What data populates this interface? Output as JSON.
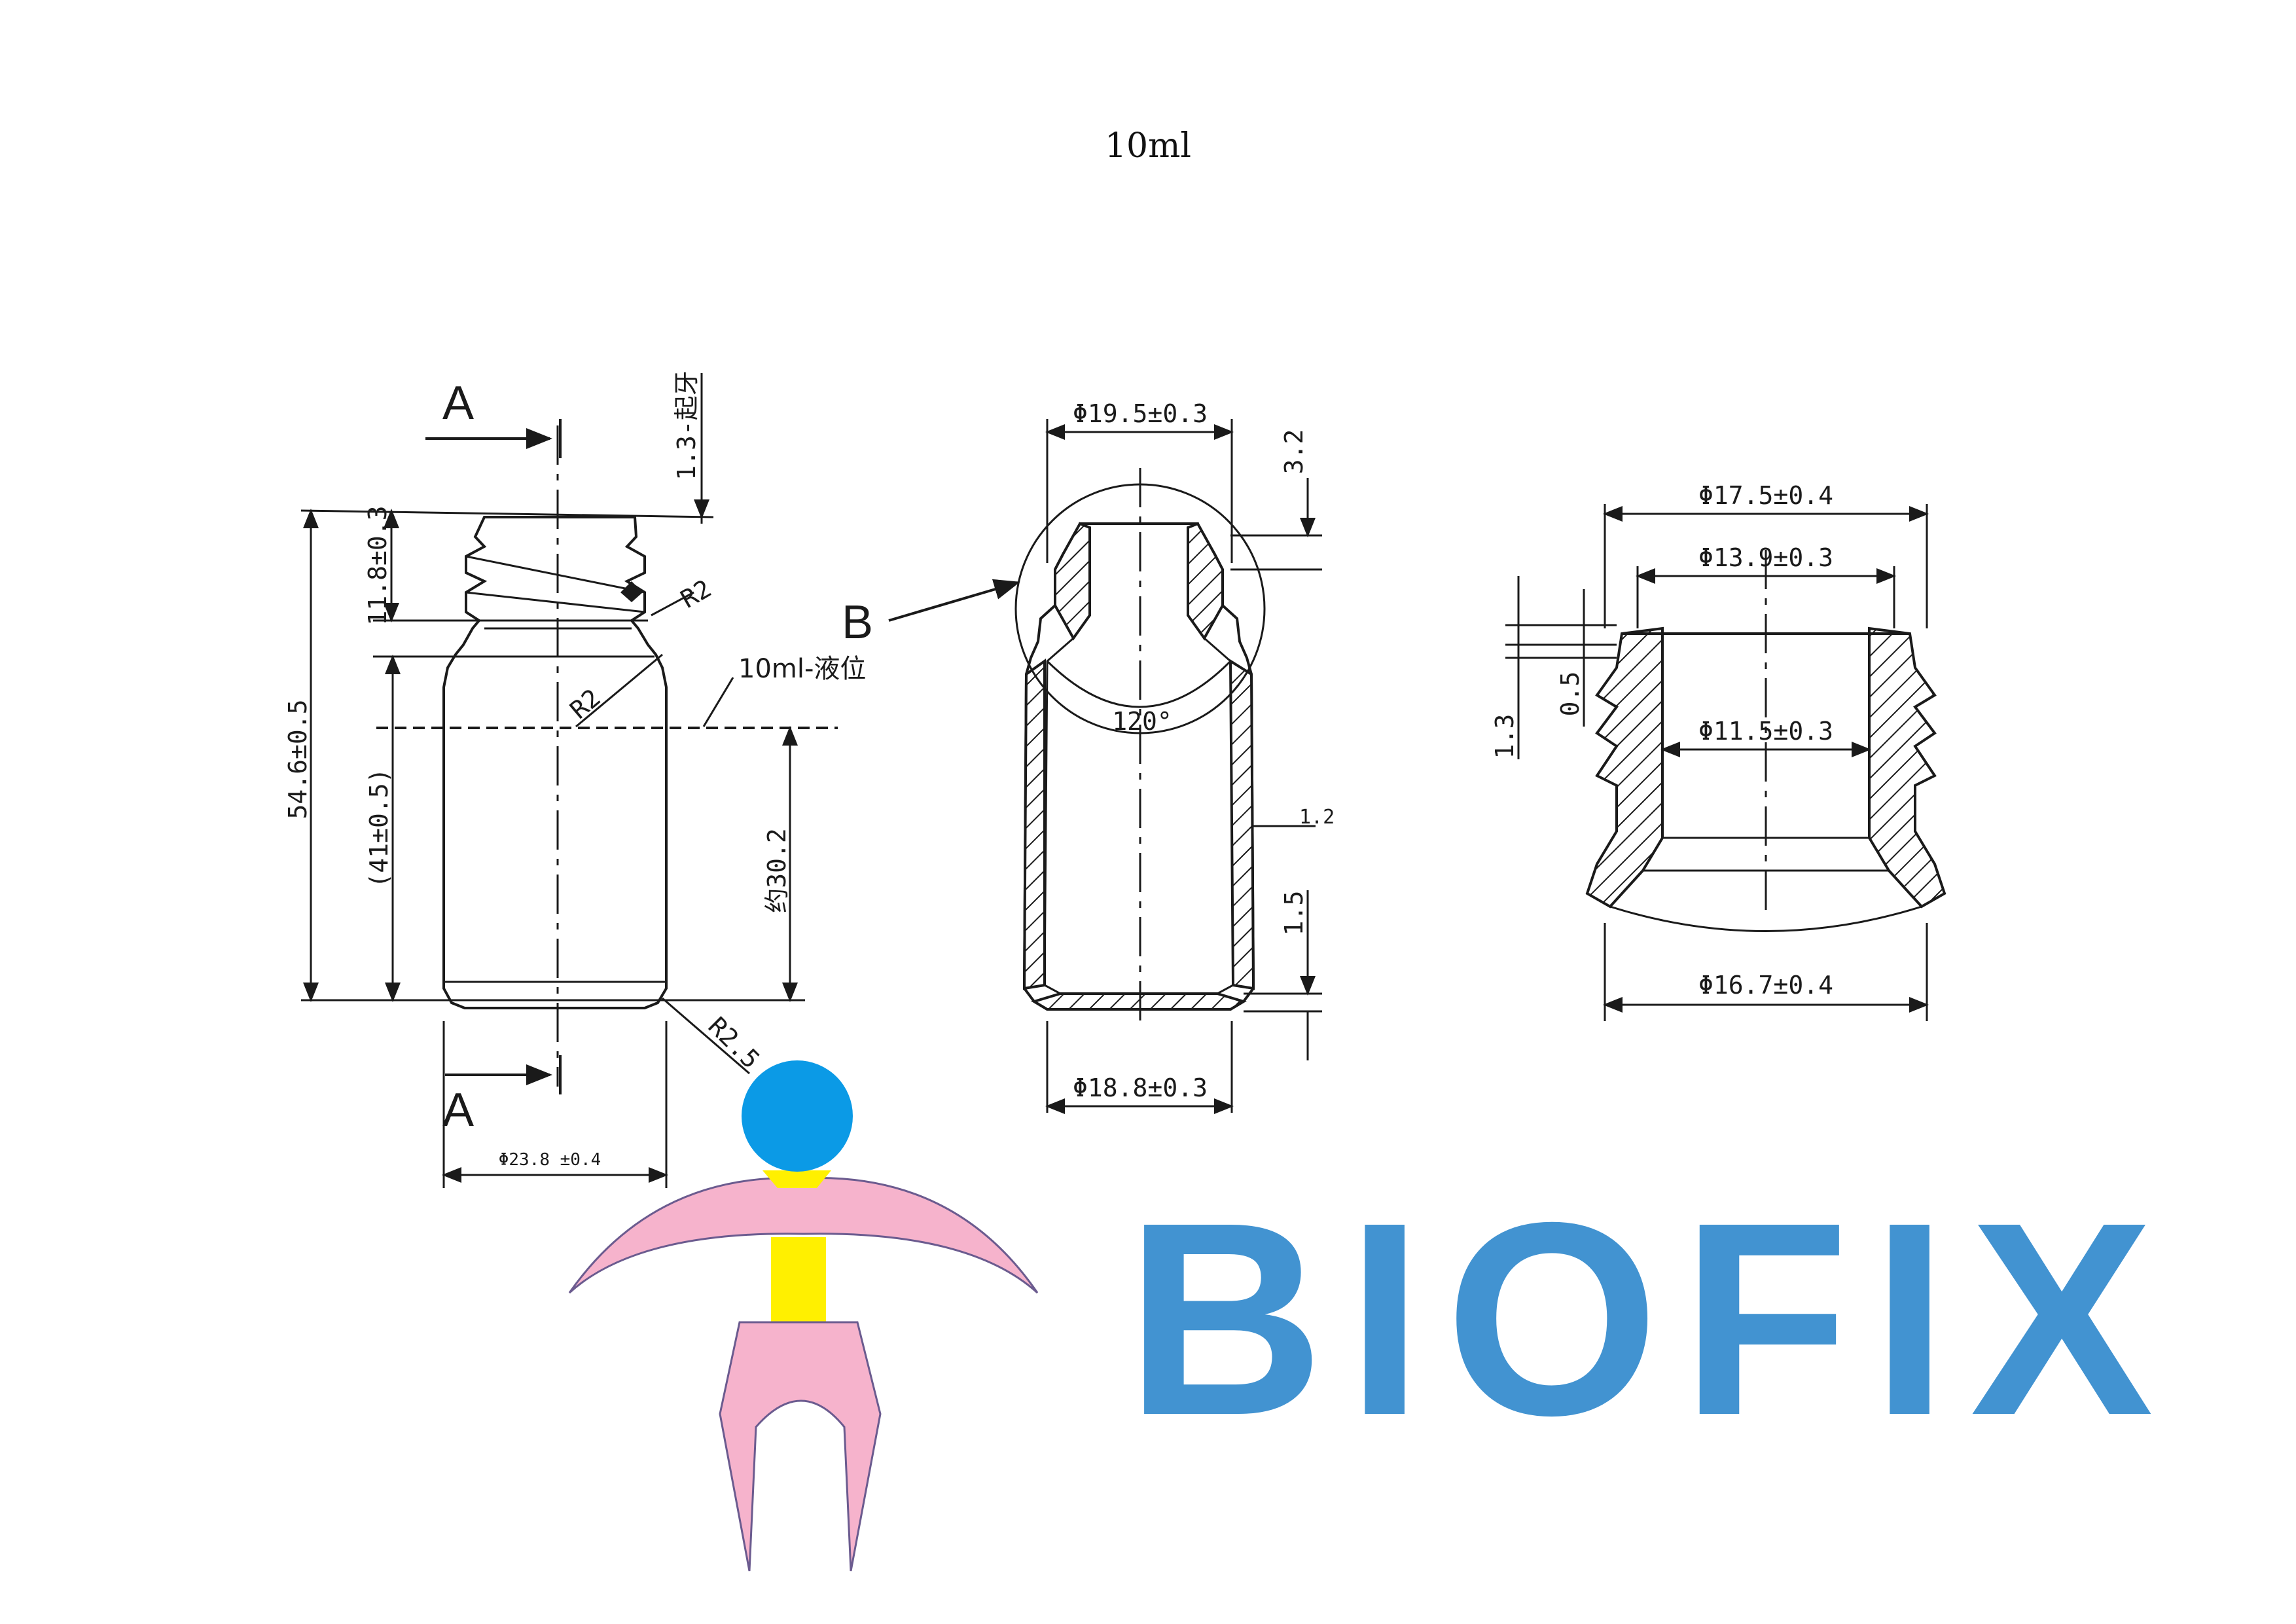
{
  "title": "10ml",
  "brand": {
    "name": "BIOFIX",
    "colors": {
      "text": "#4293d1",
      "head": "#0b9ae6",
      "arms": "#f6b3cc",
      "torso": "#fff000"
    }
  },
  "view_left": {
    "section_top": "A",
    "section_bottom": "A",
    "thread_start": "1.3-起牙",
    "neck_height": "11.8±0.3",
    "total_height": "54.6±0.5",
    "body_height": "(41±0.5)",
    "fill_level_note": "10ml-液位",
    "fill_height": "约30.2",
    "radius_shoulder": "R2",
    "radius_body": "R2",
    "radius_base": "R2.5",
    "outer_diameter": "Φ23.8 ±0.4"
  },
  "view_middle": {
    "detail_label": "B",
    "top_diameter": "Φ19.5±0.3",
    "wall_top": "3.2",
    "angle": "120°",
    "wall_side": "1.2",
    "base_height": "1.5",
    "bottom_diameter": "Φ18.8±0.3"
  },
  "view_right": {
    "outer_diameter": "Φ17.5±0.4",
    "lip_diameter": "Φ13.9±0.3",
    "bore_diameter": "Φ11.5±0.3",
    "base_diameter": "Φ16.7±0.4",
    "thread_height": "1.3",
    "thread_step": "0.5"
  }
}
